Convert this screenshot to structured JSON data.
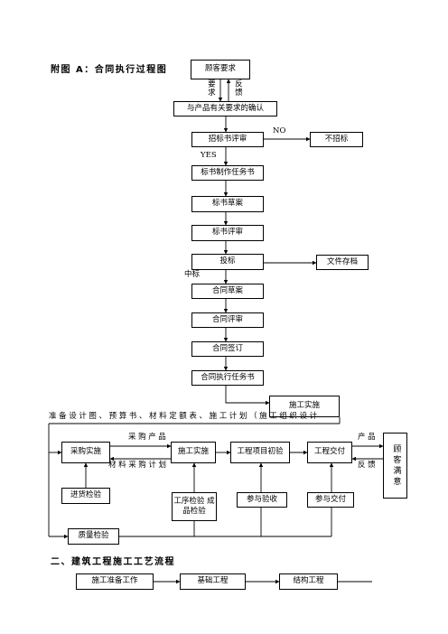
{
  "title": "附图 A：合同执行过程图",
  "section_title": "二、建筑工程施工工艺流程",
  "boxes": {
    "customer_req": "顾客要求",
    "confirm": "与产品有关要求的确认",
    "tender_review": "招标书评审",
    "no_bid": "不招标",
    "tender_task": "标书制作任务书",
    "tender_draft": "标书草案",
    "tender_eval": "标书评审",
    "bid": "投标",
    "archive": "文件存档",
    "contract_draft": "合同草案",
    "contract_review": "合同评审",
    "contract_sign": "合同签订",
    "exec_task": "合同执行任务书",
    "construction": "施工实施",
    "procure": "采购实施",
    "construction2": "施工实施",
    "initial_check": "工程项目初验",
    "handover": "工程交付",
    "customer_sat": "顾客满意",
    "incoming_check": "进货检验",
    "process_check": "工序检验 成品检验",
    "participate_accept": "参与验收",
    "participate_handover": "参与交付",
    "quality_check": "质量检验",
    "prep": "施工准备工作",
    "foundation": "基础工程",
    "structure": "结构工程"
  },
  "labels": {
    "req": "要求",
    "feedback": "反馈",
    "no": "NO",
    "yes": "YES",
    "won": "中标",
    "prep_docs": "准备设计图、预算书、材料定额表、施工计划（施工组织设计",
    "purchased": "采购产品",
    "material_plan": "材料采购计划",
    "product": "产品",
    "feedback2": "反馈"
  }
}
